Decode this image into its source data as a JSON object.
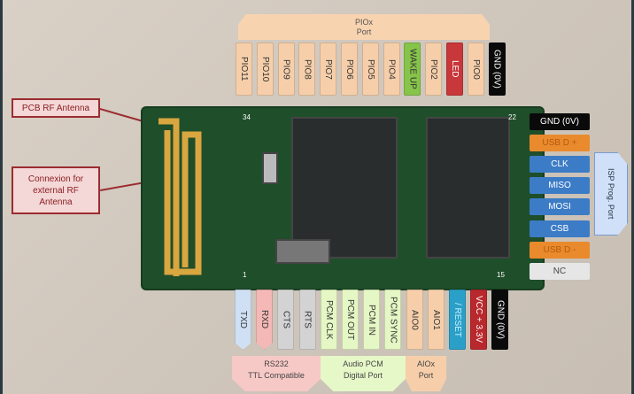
{
  "callouts": {
    "pcb_antenna": "PCB RF Antenna",
    "external_antenna": "Connexion for external RF Antenna"
  },
  "top_header": {
    "title": "PIOx",
    "subtitle": "Port"
  },
  "top_pins": [
    {
      "label": "PIO11",
      "color": "#f6cfaa"
    },
    {
      "label": "PIO10",
      "color": "#f6cfaa"
    },
    {
      "label": "PIO9",
      "color": "#f6cfaa"
    },
    {
      "label": "PIO8",
      "color": "#f6cfaa"
    },
    {
      "label": "PIO7",
      "color": "#f6cfaa"
    },
    {
      "label": "PIO6",
      "color": "#f6cfaa"
    },
    {
      "label": "PIO5",
      "color": "#f6cfaa"
    },
    {
      "label": "PIO4",
      "color": "#f6cfaa"
    },
    {
      "label": "WAKE UP",
      "color": "#86c44a"
    },
    {
      "label": "PIO2",
      "color": "#f6cfaa"
    },
    {
      "label": "LED",
      "color": "#c8373a"
    },
    {
      "label": "PIO0",
      "color": "#f6cfaa"
    },
    {
      "label": "GND (0V)",
      "color": "#0a0a0a"
    }
  ],
  "bottom_pins": [
    {
      "label": "TXD",
      "color": "#cfe0f4"
    },
    {
      "label": "RXD",
      "color": "#f4b8b6"
    },
    {
      "label": "CTS",
      "color": "#d3d3d3"
    },
    {
      "label": "RTS",
      "color": "#d3d3d3"
    },
    {
      "label": "PCM CLK",
      "color": "#e4f7c4"
    },
    {
      "label": "PCM OUT",
      "color": "#e4f7c4"
    },
    {
      "label": "PCM IN",
      "color": "#e4f7c4"
    },
    {
      "label": "PCM SYNC",
      "color": "#e4f7c4"
    },
    {
      "label": "AIO0",
      "color": "#f6cfaa"
    },
    {
      "label": "AIO1",
      "color": "#f6cfaa"
    },
    {
      "label": "/ RESET",
      "color": "#2aa0c8"
    },
    {
      "label": "VCC + 3.3V",
      "color": "#b8282c"
    },
    {
      "label": "GND (0V)",
      "color": "#0a0a0a"
    }
  ],
  "bottom_groups": [
    {
      "line1": "RS232",
      "line2": "TTL Compatible",
      "color": "#f7c9c6"
    },
    {
      "line1": "Audio PCM",
      "line2": "Digital Port",
      "color": "#e6f8c8"
    },
    {
      "line1": "AIOx",
      "line2": "Port",
      "color": "#f6cfaa"
    }
  ],
  "right_pins": [
    {
      "label": "GND (0V)",
      "color": "#0a0a0a",
      "text": "#ffffff"
    },
    {
      "label": "USB D +",
      "color": "#e98a2c",
      "text": "#b45a10"
    },
    {
      "label": "CLK",
      "color": "#3c7cc6",
      "text": "#ffffff"
    },
    {
      "label": "MISO",
      "color": "#3c7cc6",
      "text": "#ffffff"
    },
    {
      "label": "MOSI",
      "color": "#3c7cc6",
      "text": "#ffffff"
    },
    {
      "label": "CSB",
      "color": "#3c7cc6",
      "text": "#ffffff"
    },
    {
      "label": "USB D -",
      "color": "#e98a2c",
      "text": "#b45a10"
    },
    {
      "label": "NC",
      "color": "#e6e6e6",
      "text": "#444444"
    }
  ],
  "isp_label": "ISP Prog. Port",
  "pin_numbers": {
    "p34": "34",
    "p22": "22",
    "p1": "1",
    "p15": "15"
  }
}
